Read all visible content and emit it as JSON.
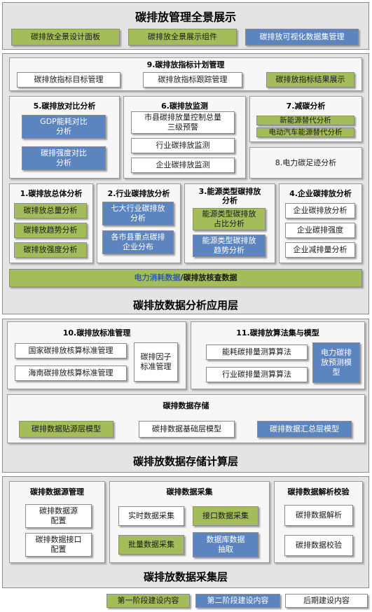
{
  "top": {
    "title": "碳排放管理全景展示",
    "buttons": [
      "碳排放全景设计面板",
      "碳排放全景展示组件",
      "碳排放可视化数据集管理"
    ]
  },
  "analysis": {
    "title": "碳排放数据分析应用层",
    "p9": {
      "title": "9.碳排放指标计划管理",
      "items": [
        "碳排放指标目标管理",
        "碳排放指标跟踪管理",
        "碳排放指标结果展示"
      ]
    },
    "p5": {
      "title": "5.碳排放对比分析",
      "items": [
        "GDP能耗对比\n分析",
        "碳排强度对比\n分析"
      ]
    },
    "p6": {
      "title": "6.碳排放监测",
      "items": [
        "市县碳排放量控制总量\n三级预警",
        "行业碳排放监测",
        "企业碳排放监测"
      ]
    },
    "p7": {
      "title": "7.减碳分析",
      "items": [
        "新能源替代分析",
        "电动汽车能源替代分析"
      ]
    },
    "p8": {
      "label": "8.电力碳足迹分析"
    },
    "p1": {
      "title": "1.碳排放总体分析",
      "items": [
        "碳排放总量分析",
        "碳排放趋势分析",
        "碳排放强度分析"
      ]
    },
    "p2": {
      "title": "2.行业碳排放分析",
      "items": [
        "七大行业碳排放\n分析",
        "各市县重点碳排\n企业分布"
      ]
    },
    "p3": {
      "title": "3.能源类型碳排放\n分析",
      "items": [
        "能源类型碳排放\n占比分析",
        "能源类型碳排放\n趋势分析"
      ]
    },
    "p4": {
      "title": "4.企业碳排放分析",
      "items": [
        "企业碳排放分析",
        "企业碳排强度",
        "企业减排量分析"
      ]
    },
    "databar": {
      "part1": "电力消耗数据",
      "part2": "/碳排放核查数据"
    }
  },
  "storage": {
    "title": "碳排放数据存储计算层",
    "p10": {
      "title": "10.碳排放标准管理",
      "items": [
        "国家碳排放核算标准管理",
        "海南碳排放核算标准管理",
        "碳排因子\n标准管理"
      ]
    },
    "p11": {
      "title": "11.碳排放算法集与模型",
      "items": [
        "能耗碳排量测算算法",
        "行业碳排量测算算法",
        "电力碳排\n放预测模\n型"
      ]
    },
    "pstore": {
      "title": "碳排数据存储",
      "items": [
        "碳排数据贴源层模型",
        "碳排数据基础层模型",
        "碳排数据汇总层模型"
      ]
    }
  },
  "collect": {
    "title": "碳排放数据采集层",
    "psrc": {
      "title": "碳排数据源管理",
      "items": [
        "碳排数据源\n配置",
        "碳排数据接口\n配置"
      ]
    },
    "pcol": {
      "title": "碳排数据采集",
      "items": [
        "实时数据采集",
        "接口数据采集",
        "批量数据采集",
        "数据库数据\n抽取"
      ]
    },
    "pparse": {
      "title": "碳排数据解析校验",
      "items": [
        "碳排数据解析",
        "碳排数据校验"
      ]
    }
  },
  "legend": [
    "第一阶段建设内容",
    "第二阶段建设内容",
    "后期建设内容"
  ],
  "colors": {
    "phase1": "#a4bd5a",
    "phase2": "#5c84bf",
    "later": "#ffffff"
  }
}
